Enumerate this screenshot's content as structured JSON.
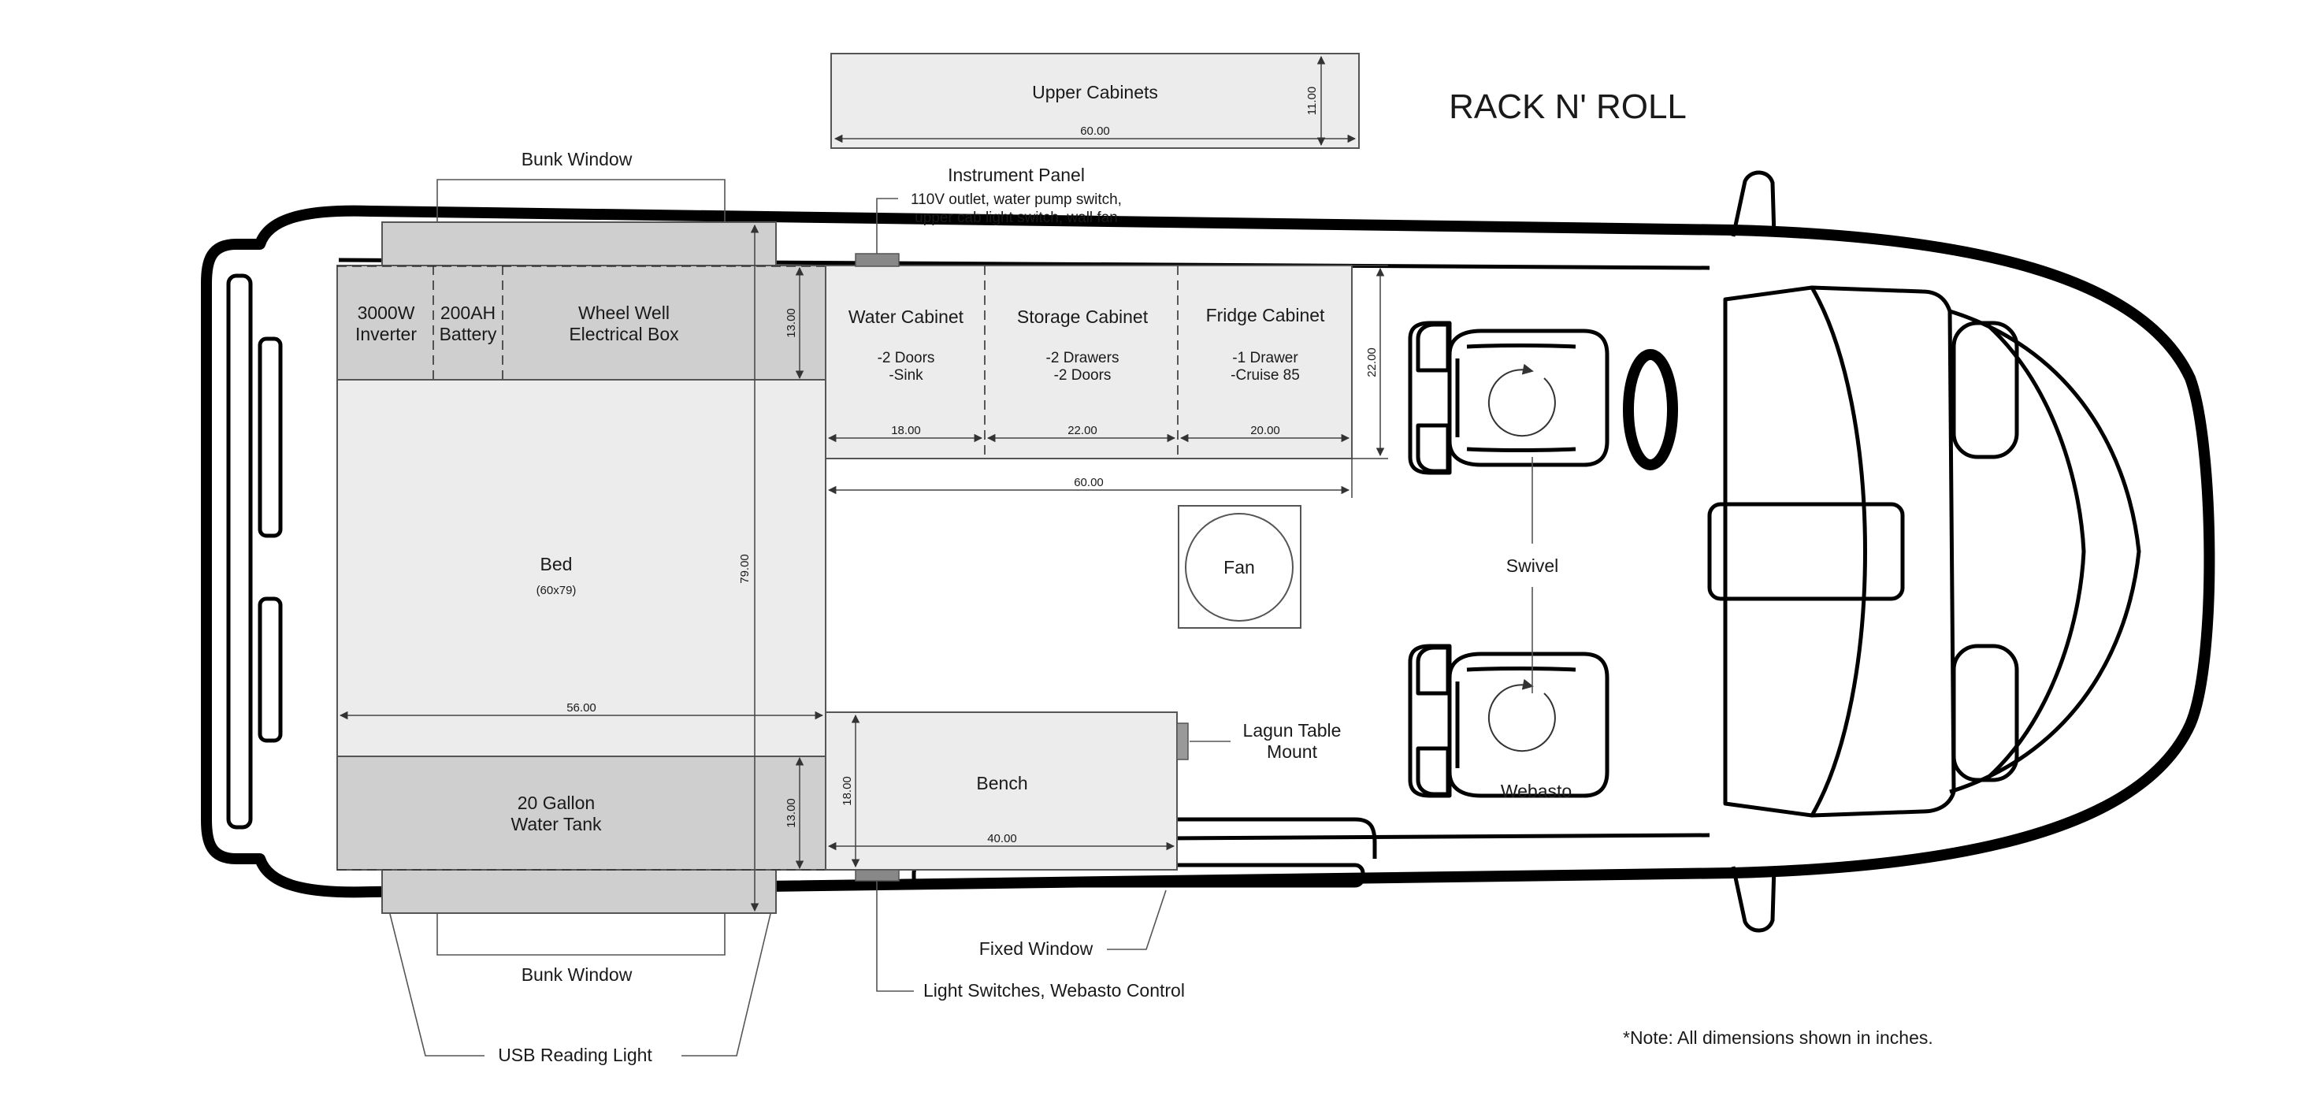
{
  "title": "RACK N' ROLL",
  "note": "*Note: All dimensions shown in inches.",
  "upper_cabinets": {
    "label": "Upper Cabinets",
    "width": "60.00",
    "height": "11.00"
  },
  "callouts": {
    "bunk_window_top": "Bunk Window",
    "bunk_window_bottom": "Bunk Window",
    "instrument_panel_title": "Instrument Panel",
    "instrument_panel_line1": "110V outlet, water pump switch,",
    "instrument_panel_line2": "upper cab light switch, wall fan",
    "fixed_window": "Fixed Window",
    "light_switches": "Light Switches, Webasto Control",
    "usb_reading_light": "USB Reading Light",
    "lagun_line1": "Lagun Table",
    "lagun_line2": "Mount",
    "swivel": "Swivel"
  },
  "electrical": {
    "inverter_line1": "3000W",
    "inverter_line2": "Inverter",
    "battery_line1": "200AH",
    "battery_line2": "Battery",
    "wheelwell_line1": "Wheel Well",
    "wheelwell_line2": "Electrical Box"
  },
  "bed": {
    "label": "Bed",
    "size": "(60x79)",
    "width": "56.00",
    "length": "79.00"
  },
  "water_tank": {
    "line1": "20 Gallon",
    "line2": "Water Tank"
  },
  "depths": {
    "rear_top": "13.00",
    "rear_bottom": "13.00",
    "galley": "22.00",
    "bench": "18.00"
  },
  "cabinets": [
    {
      "name": "Water Cabinet",
      "line1": "-2 Doors",
      "line2": "-Sink",
      "width": "18.00"
    },
    {
      "name": "Storage Cabinet",
      "line1": "-2 Drawers",
      "line2": "-2 Doors",
      "width": "22.00"
    },
    {
      "name": "Fridge Cabinet",
      "line1": "-1 Drawer",
      "line2": "-Cruise 85",
      "width": "20.00"
    }
  ],
  "galley_total": "60.00",
  "fan": "Fan",
  "bench": {
    "label": "Bench",
    "width": "40.00"
  },
  "webasto": "Webasto"
}
